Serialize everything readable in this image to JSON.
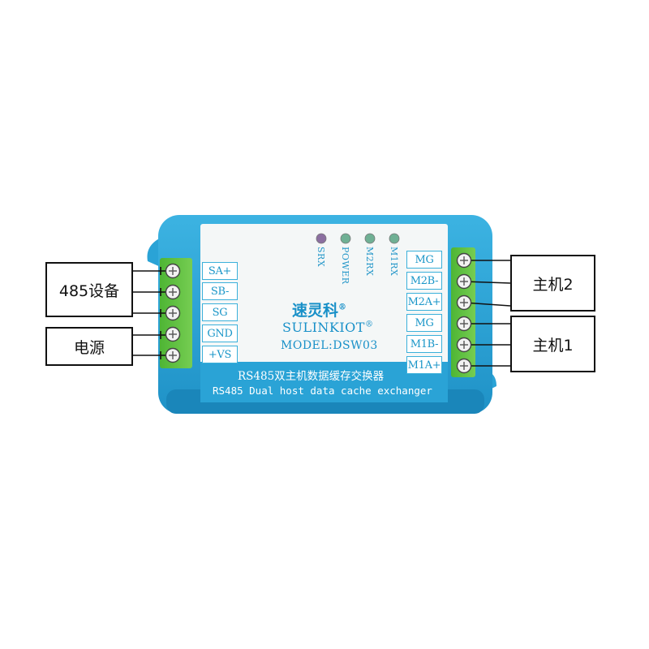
{
  "callouts": {
    "left_top": "485设备",
    "left_bottom": "电源",
    "right_top": "主机2",
    "right_bottom": "主机1"
  },
  "left_terminals": [
    "SA+",
    "SB-",
    "SG",
    "GND",
    "+VS"
  ],
  "right_terminals": [
    "MG",
    "M2B-",
    "M2A+",
    "MG",
    "M1B-",
    "M1A+"
  ],
  "leds": [
    "SRX",
    "POWER",
    "M2RX",
    "M1RX"
  ],
  "brand": {
    "cn": "速灵科",
    "en": "SULINKIOT",
    "registered": "®",
    "model": "MODEL:DSW03"
  },
  "product": {
    "cn": "RS485双主机数据缓存交换器",
    "en": "RS485 Dual host data cache exchanger"
  },
  "colors": {
    "case_blue": "#2aa3d6",
    "case_dark": "#1d8cc0",
    "terminal_green": "#5cbf3f",
    "label_white": "#f4f7f7"
  }
}
